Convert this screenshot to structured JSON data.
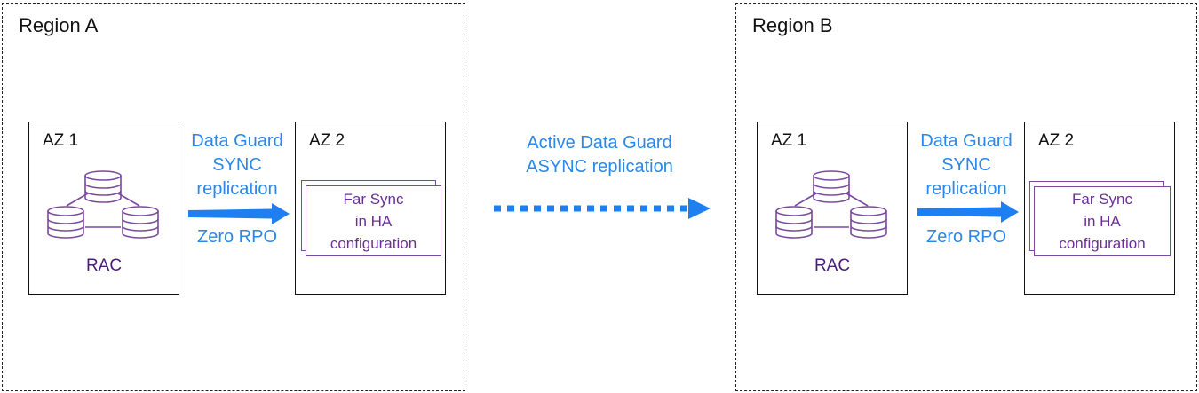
{
  "regions": [
    {
      "title": "Region A",
      "az1": {
        "label": "AZ 1",
        "db_label": "RAC"
      },
      "az2": {
        "label": "AZ 2",
        "farsync": [
          "Far Sync",
          "in HA",
          "configuration"
        ]
      },
      "link": {
        "lines": [
          "Data Guard",
          "SYNC",
          "replication"
        ],
        "rpo": "Zero RPO"
      }
    },
    {
      "title": "Region B",
      "az1": {
        "label": "AZ 1",
        "db_label": "RAC"
      },
      "az2": {
        "label": "AZ 2",
        "farsync": [
          "Far Sync",
          "in HA",
          "configuration"
        ]
      },
      "link": {
        "lines": [
          "Data Guard",
          "SYNC",
          "replication"
        ],
        "rpo": "Zero RPO"
      }
    }
  ],
  "cross_region": {
    "lines": [
      "Active Data Guard",
      "ASYNC replication"
    ]
  },
  "icons": {
    "database": "database-cluster-icon",
    "sync": "arrow-right-icon",
    "async": "dotted-arrow-right-icon"
  },
  "colors": {
    "link_text": "#2b87e8",
    "arrow": "#1e7ff0",
    "db": "#7a4aa0",
    "rac_text": "#4b1d7a",
    "farsync_text": "#6a2e9a"
  }
}
